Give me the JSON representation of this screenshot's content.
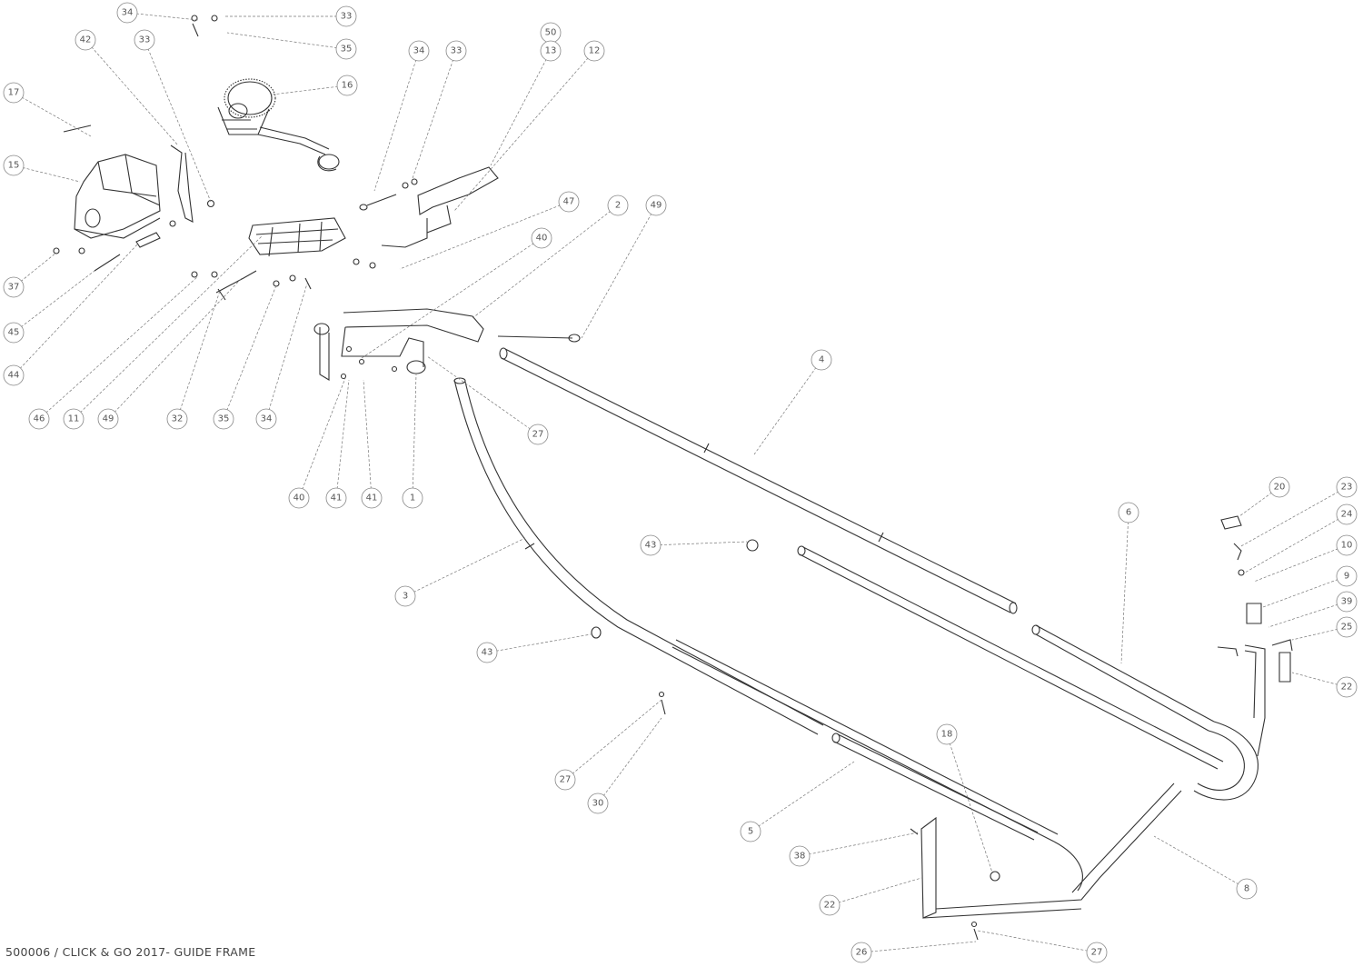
{
  "title_block": "500006 / CLICK & GO 2017- GUIDE FRAME",
  "callouts": [
    {
      "id": "c-34-top",
      "label": "34"
    },
    {
      "id": "c-33-top",
      "label": "33"
    },
    {
      "id": "c-42",
      "label": "42"
    },
    {
      "id": "c-33-left",
      "label": "33"
    },
    {
      "id": "c-35",
      "label": "35"
    },
    {
      "id": "c-17",
      "label": "17"
    },
    {
      "id": "c-16",
      "label": "16"
    },
    {
      "id": "c-15",
      "label": "15"
    },
    {
      "id": "c-50",
      "label": "50"
    },
    {
      "id": "c-34-mid",
      "label": "34"
    },
    {
      "id": "c-33-mid",
      "label": "33"
    },
    {
      "id": "c-13",
      "label": "13"
    },
    {
      "id": "c-12",
      "label": "12"
    },
    {
      "id": "c-47",
      "label": "47"
    },
    {
      "id": "c-2",
      "label": "2"
    },
    {
      "id": "c-49-right",
      "label": "49"
    },
    {
      "id": "c-40-top",
      "label": "40"
    },
    {
      "id": "c-37",
      "label": "37"
    },
    {
      "id": "c-45",
      "label": "45"
    },
    {
      "id": "c-44",
      "label": "44"
    },
    {
      "id": "c-46",
      "label": "46"
    },
    {
      "id": "c-11",
      "label": "11"
    },
    {
      "id": "c-49-left",
      "label": "49"
    },
    {
      "id": "c-32",
      "label": "32"
    },
    {
      "id": "c-35-bot",
      "label": "35"
    },
    {
      "id": "c-34-bot",
      "label": "34"
    },
    {
      "id": "c-4",
      "label": "4"
    },
    {
      "id": "c-27-top",
      "label": "27"
    },
    {
      "id": "c-40-bot",
      "label": "40"
    },
    {
      "id": "c-41-a",
      "label": "41"
    },
    {
      "id": "c-41-b",
      "label": "41"
    },
    {
      "id": "c-1",
      "label": "1"
    },
    {
      "id": "c-20",
      "label": "20"
    },
    {
      "id": "c-23",
      "label": "23"
    },
    {
      "id": "c-6",
      "label": "6"
    },
    {
      "id": "c-24",
      "label": "24"
    },
    {
      "id": "c-10",
      "label": "10"
    },
    {
      "id": "c-9",
      "label": "9"
    },
    {
      "id": "c-39",
      "label": "39"
    },
    {
      "id": "c-25",
      "label": "25"
    },
    {
      "id": "c-22-right",
      "label": "22"
    },
    {
      "id": "c-43-top",
      "label": "43"
    },
    {
      "id": "c-3",
      "label": "3"
    },
    {
      "id": "c-43-bot",
      "label": "43"
    },
    {
      "id": "c-27-mid",
      "label": "27"
    },
    {
      "id": "c-30",
      "label": "30"
    },
    {
      "id": "c-5",
      "label": "5"
    },
    {
      "id": "c-18",
      "label": "18"
    },
    {
      "id": "c-38",
      "label": "38"
    },
    {
      "id": "c-22-bot",
      "label": "22"
    },
    {
      "id": "c-8",
      "label": "8"
    },
    {
      "id": "c-26",
      "label": "26"
    },
    {
      "id": "c-27-bot",
      "label": "27"
    }
  ]
}
